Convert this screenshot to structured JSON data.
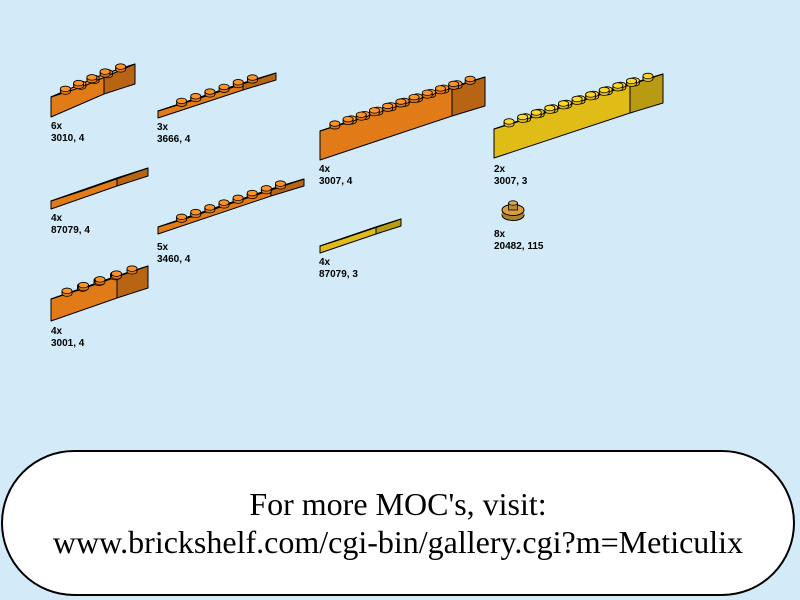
{
  "colors": {
    "background": "#d3ebf8",
    "orange": "#ff8c1a",
    "yellow": "#ffd61a",
    "tan": "#d9a13b"
  },
  "parts": [
    {
      "id": "brick-2x4-orange-small",
      "shape": "brick",
      "color": "orange",
      "quantity": "6x",
      "part_info": "3010, 4"
    },
    {
      "id": "plate-1x6-orange",
      "shape": "plate",
      "color": "orange",
      "quantity": "3x",
      "part_info": "3666, 4"
    },
    {
      "id": "brick-2x10-orange",
      "shape": "brick",
      "color": "orange",
      "quantity": "4x",
      "part_info": "3007, 4"
    },
    {
      "id": "brick-2x10-yellow",
      "shape": "brick",
      "color": "yellow",
      "quantity": "2x",
      "part_info": "3007, 3"
    },
    {
      "id": "tile-orange",
      "shape": "tile",
      "color": "orange",
      "quantity": "4x",
      "part_info": "87079, 4"
    },
    {
      "id": "plate-1x8-orange",
      "shape": "plate",
      "color": "orange",
      "quantity": "5x",
      "part_info": "3460, 4"
    },
    {
      "id": "tile-yellow",
      "shape": "tile",
      "color": "yellow",
      "quantity": "4x",
      "part_info": "87079, 3"
    },
    {
      "id": "round-piece-tan",
      "shape": "round",
      "color": "tan",
      "quantity": "8x",
      "part_info": "20482, 115"
    },
    {
      "id": "brick-2x4-orange",
      "shape": "brick",
      "color": "orange",
      "quantity": "4x",
      "part_info": "3001, 4"
    }
  ],
  "banner": {
    "line1": "For more MOC's, visit:",
    "line2": "www.brickshelf.com/cgi-bin/gallery.cgi?m=Meticulix"
  }
}
